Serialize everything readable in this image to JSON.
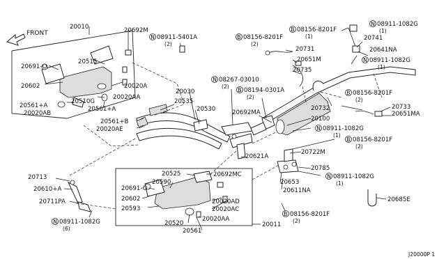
{
  "front_label": "FRONT",
  "diagram_code": "J20000P 1",
  "prefix_N": "N",
  "prefix_B": "B",
  "parts": {
    "p20010": "20010",
    "p20692M": "20692M",
    "p20515": "20515",
    "p20691O_top": "20691-O",
    "p20602_top": "20602",
    "p20020A": "20020A",
    "p20020AA_top": "20020AA",
    "p20510G": "20510G",
    "p20561A_left": "20561+A",
    "p20020AB": "20020AB",
    "p20561A_mid": "20561+A",
    "p20561B": "20561+B",
    "p20020AE": "20020AE",
    "p20535": "20535",
    "p20030": "20030",
    "p20530": "20530",
    "p20692MA": "20692MA",
    "p20621A": "20621A",
    "p20731": "20731",
    "p20651M": "20651M",
    "p20735": "20735",
    "p20741": "20741",
    "p20641NA": "20641NA",
    "p20732": "20732",
    "p20100": "20100",
    "p20733": "20733",
    "p20651MA": "20651MA",
    "p20722M": "20722M",
    "p20785": "20785",
    "p20653": "20653",
    "p20611NA": "20611NA",
    "p20685E": "20685E",
    "p20713": "20713",
    "p20610A": "20610+A",
    "p20711PA": "20711PA",
    "p20525": "20525",
    "p20692MC": "20692MC",
    "p20590": "20590",
    "p20691O_bot": "20691-O",
    "p20602_bot": "20602",
    "p20593": "20593",
    "p20020AD": "20020AD",
    "p20020AC": "20020AC",
    "p20520": "20520",
    "p20020AA_bot": "20020AA",
    "p20561_bot": "20561",
    "p20011": "20011"
  },
  "fasteners": {
    "n_08911_5401A": {
      "code": "08911-5401A",
      "qty": "(2)"
    },
    "b_08156_8201F_top": {
      "code": "08156-8201F",
      "qty": "(2)"
    },
    "b_08156_8201F_topright": {
      "code": "08156-8201F",
      "qty": "(1)"
    },
    "n_08911_1082G_topright": {
      "code": "08911-1082G",
      "qty": "(1)"
    },
    "n_08911_1082G_right": {
      "code": "08911-1082G",
      "qty": "(1)"
    },
    "n_08267_03010": {
      "code": "08267-03010",
      "qty": "(2)"
    },
    "b_08194_0301A": {
      "code": "08194-0301A",
      "qty": "(2)"
    },
    "b_08156_8201F_right": {
      "code": "08156-8201F",
      "qty": "(2)"
    },
    "n_08911_1082G_mid": {
      "code": "08911-1082G",
      "qty": "(1)"
    },
    "b_08156_8201F_mid": {
      "code": "08156-8201F",
      "qty": "(2)"
    },
    "n_08911_1082G_lowmid": {
      "code": "08911-1082G",
      "qty": "(1)"
    },
    "b_08156_8201F_bottom": {
      "code": "08156-8201F",
      "qty": "(2)"
    },
    "n_08911_1082G_left": {
      "code": "08911-1082G",
      "qty": "(6)"
    }
  }
}
